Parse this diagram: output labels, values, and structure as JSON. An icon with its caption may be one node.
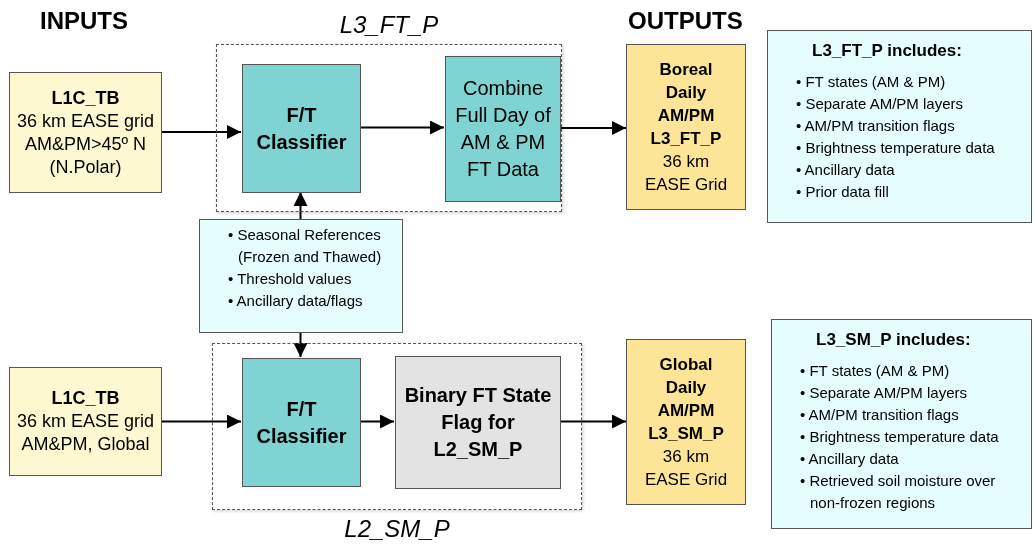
{
  "diagram": {
    "nodes": [
      {
        "text": [
          "L3_FT_P"
        ]
      },
      {
        "text": [
          "L1C_TB",
          "36 km EASE grid AM&PM>45º N (N.Polar)"
        ]
      },
      {
        "text": [
          "F/T Classifier"
        ],
        "in": 0
      },
      {
        "text": [
          "Combine Full Day of AM & PM FT Data"
        ],
        "in": 0
      },
      {
        "text": [
          "Boreal Daily AM/PM L3_FT_P",
          "36 km EASE Grid"
        ]
      },
      {
        "text": [
          "L3_FT_P includes:",
          "• FT states (AM & PM)",
          "• Separate AM/PM layers",
          "• AM/PM transition flags",
          "• Brightness temperature data",
          "• Ancillary data",
          "• Prior data fill"
        ]
      },
      {
        "text": [
          "• Seasonal References (Frozen and Thawed)",
          "• Threshold values",
          "• Ancillary data/flags"
        ]
      },
      {
        "text": [
          "L2_SM_P"
        ]
      },
      {
        "text": [
          "L1C_TB",
          "36 km EASE grid AM&PM, Global"
        ]
      },
      {
        "text": [
          "F/T Classifier"
        ],
        "in": 7
      },
      {
        "text": [
          "Binary FT State Flag for L2_SM_P"
        ],
        "in": 7
      },
      {
        "text": [
          "Global Daily AM/PM L3_SM_P",
          "36 km EASE Grid"
        ]
      },
      {
        "text": [
          "L3_SM_P includes:",
          "• FT states (AM & PM)",
          "• Separate AM/PM layers",
          "• AM/PM transition flags",
          "• Brightness temperature data",
          "• Ancillary data",
          "• Retrieved soil moisture over non-frozen regions"
        ]
      }
    ],
    "edges": [
      {
        "from": 1,
        "to": 2,
        "arrow": "to"
      },
      {
        "from": 2,
        "to": 3,
        "arrow": "to"
      },
      {
        "from": 3,
        "to": 4,
        "arrow": "to"
      },
      {
        "from": 6,
        "to": 2,
        "arrow": "to"
      },
      {
        "from": 6,
        "to": 9,
        "arrow": "to"
      },
      {
        "from": 8,
        "to": 9,
        "arrow": "to"
      },
      {
        "from": 9,
        "to": 10,
        "arrow": "to"
      },
      {
        "from": 10,
        "to": 11,
        "arrow": "to"
      }
    ],
    "labels": [
      "INPUTS",
      "OUTPUTS"
    ]
  }
}
